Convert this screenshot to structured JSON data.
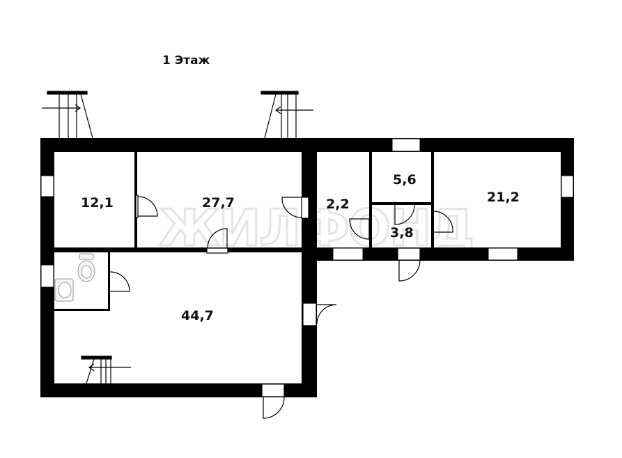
{
  "title": "1 Этаж",
  "watermark": "ЖИЛФОНД",
  "rooms": [
    {
      "id": "room-1",
      "area": "12,1"
    },
    {
      "id": "room-2",
      "area": "27,7"
    },
    {
      "id": "room-3",
      "area": "2,2"
    },
    {
      "id": "room-4",
      "area": "5,6"
    },
    {
      "id": "room-5",
      "area": "3,8"
    },
    {
      "id": "room-6",
      "area": "21,2"
    },
    {
      "id": "room-7",
      "area": "44,7"
    }
  ],
  "colors": {
    "wall": "#000000",
    "background": "#ffffff",
    "watermark": "#e4e4e4"
  }
}
